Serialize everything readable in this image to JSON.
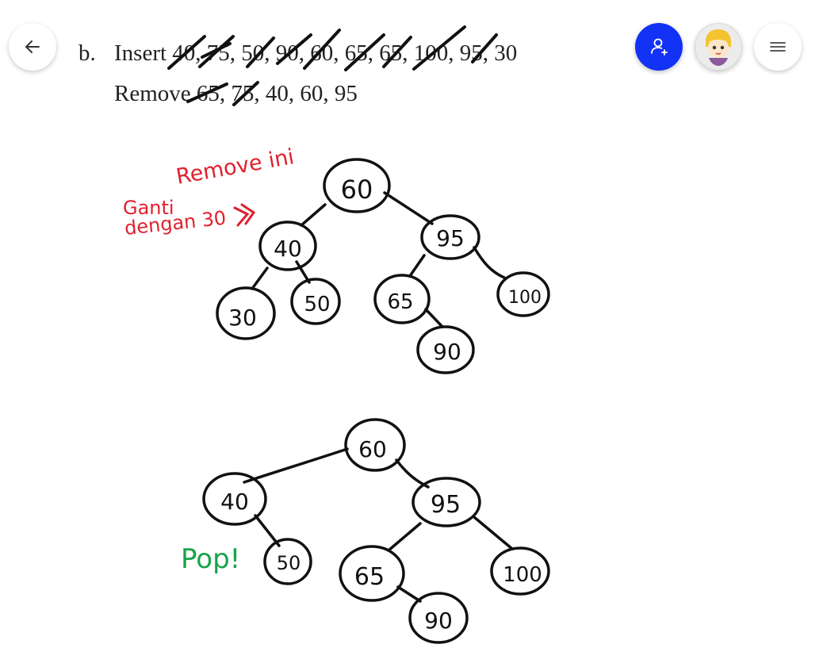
{
  "toolbar": {
    "back_icon": "arrow-left-icon",
    "invite_icon": "person-add-icon",
    "menu_icon": "hamburger-menu-icon",
    "accent_color": "#1232f5"
  },
  "problem": {
    "label": "b.",
    "insert_line": "Insert 40, 75, 50, 90, 60, 65, 65, 100, 95, 30",
    "remove_line": "Remove 65, 75, 40, 60, 95"
  },
  "annotations": {
    "remove_note": "Remove ini",
    "replace_note_1": "Ganti",
    "replace_note_2": "dengan 30",
    "pop_note": "Pop!",
    "red": "#e0202e",
    "green": "#18a34a"
  },
  "tree1": {
    "nodes": [
      "60",
      "40",
      "95",
      "30",
      "50",
      "65",
      "100",
      "90"
    ]
  },
  "tree2": {
    "nodes": [
      "60",
      "40",
      "95",
      "50",
      "65",
      "100",
      "90"
    ]
  }
}
